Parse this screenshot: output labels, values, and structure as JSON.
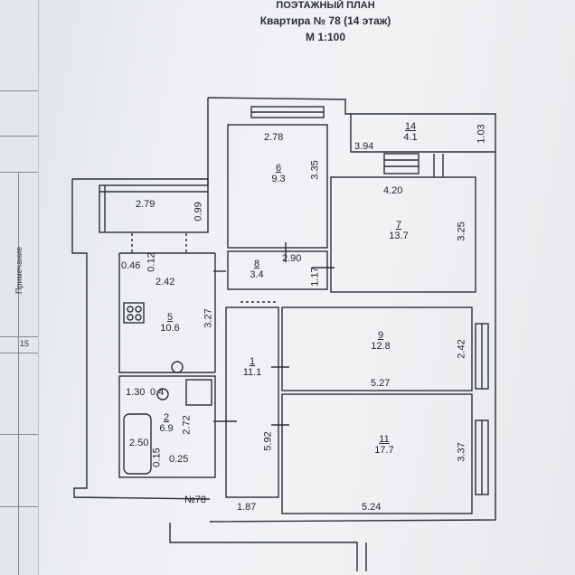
{
  "header": {
    "title": "ПОЭТАЖНЫЙ ПЛАН",
    "subtitle": "Квартира № 78 (14 этаж)",
    "scale": "М 1:100"
  },
  "left_panel": {
    "column_label": "Примечание",
    "row_number": "15"
  },
  "rooms": [
    {
      "number": "6",
      "area": "9.3"
    },
    {
      "number": "7",
      "area": "13.7"
    },
    {
      "number": "14",
      "area": "4.1"
    },
    {
      "number": "8",
      "area": "3.4"
    },
    {
      "number": "5",
      "area": "10.6"
    },
    {
      "number": "9",
      "area": "12.8"
    },
    {
      "number": "1",
      "area": "11.1"
    },
    {
      "number": "2",
      "area": "6.9"
    },
    {
      "number": "11",
      "area": "17.7"
    }
  ],
  "dimensions": {
    "d_278": "2.78",
    "d_335": "3.35",
    "d_394": "3.94",
    "d_103": "1.03",
    "d_279": "2.79",
    "d_099": "0.99",
    "d_420": "4.20",
    "d_325": "3.25",
    "d_012": "0.12",
    "d_046": "0.46",
    "d_290": "2.90",
    "d_117": "1.17",
    "d_242a": "2.42",
    "d_327": "3.27",
    "d_242b": "2.42",
    "d_527": "5.27",
    "d_130": "1.30",
    "d_04": "0.4",
    "d_272": "2.72",
    "d_250": "2.50",
    "d_015": "0.15",
    "d_025": "0.25",
    "d_592": "5.92",
    "d_337": "3.37",
    "d_187": "1.87",
    "d_524": "5.24"
  },
  "apartment_tag": "№78"
}
